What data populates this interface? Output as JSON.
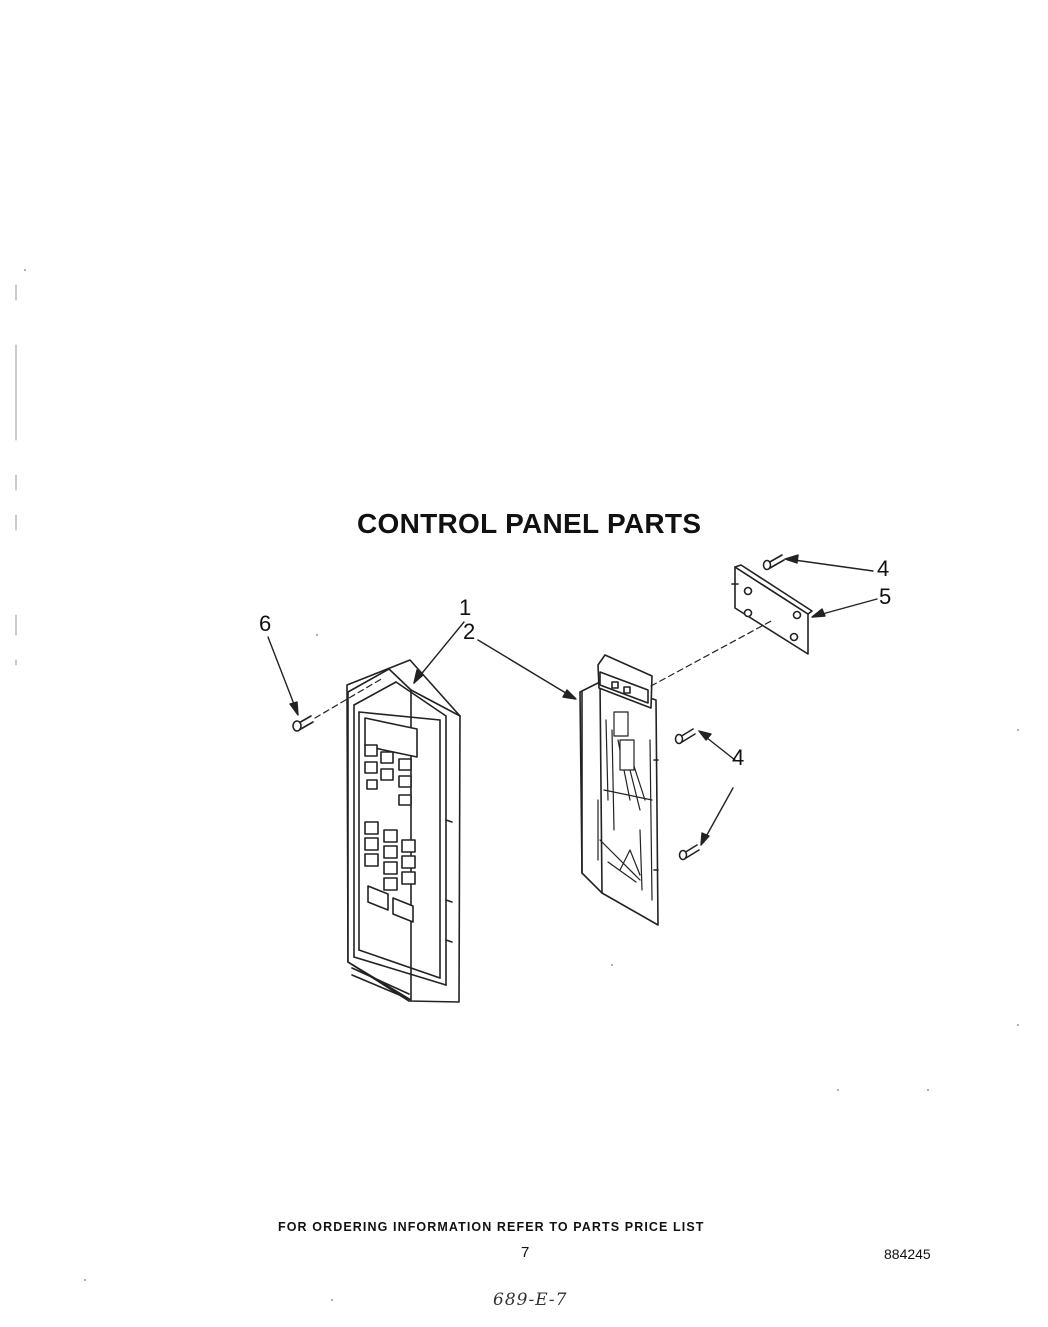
{
  "title": "CONTROL PANEL PARTS",
  "callouts": {
    "c1": "1",
    "c2": "2",
    "c4_top": "4",
    "c5": "5",
    "c6": "6",
    "c4_side": "4"
  },
  "footer": {
    "note": "FOR ORDERING INFORMATION REFER TO PARTS PRICE LIST",
    "page_number": "7",
    "doc_number": "884245",
    "handwritten": "689-E-7"
  }
}
